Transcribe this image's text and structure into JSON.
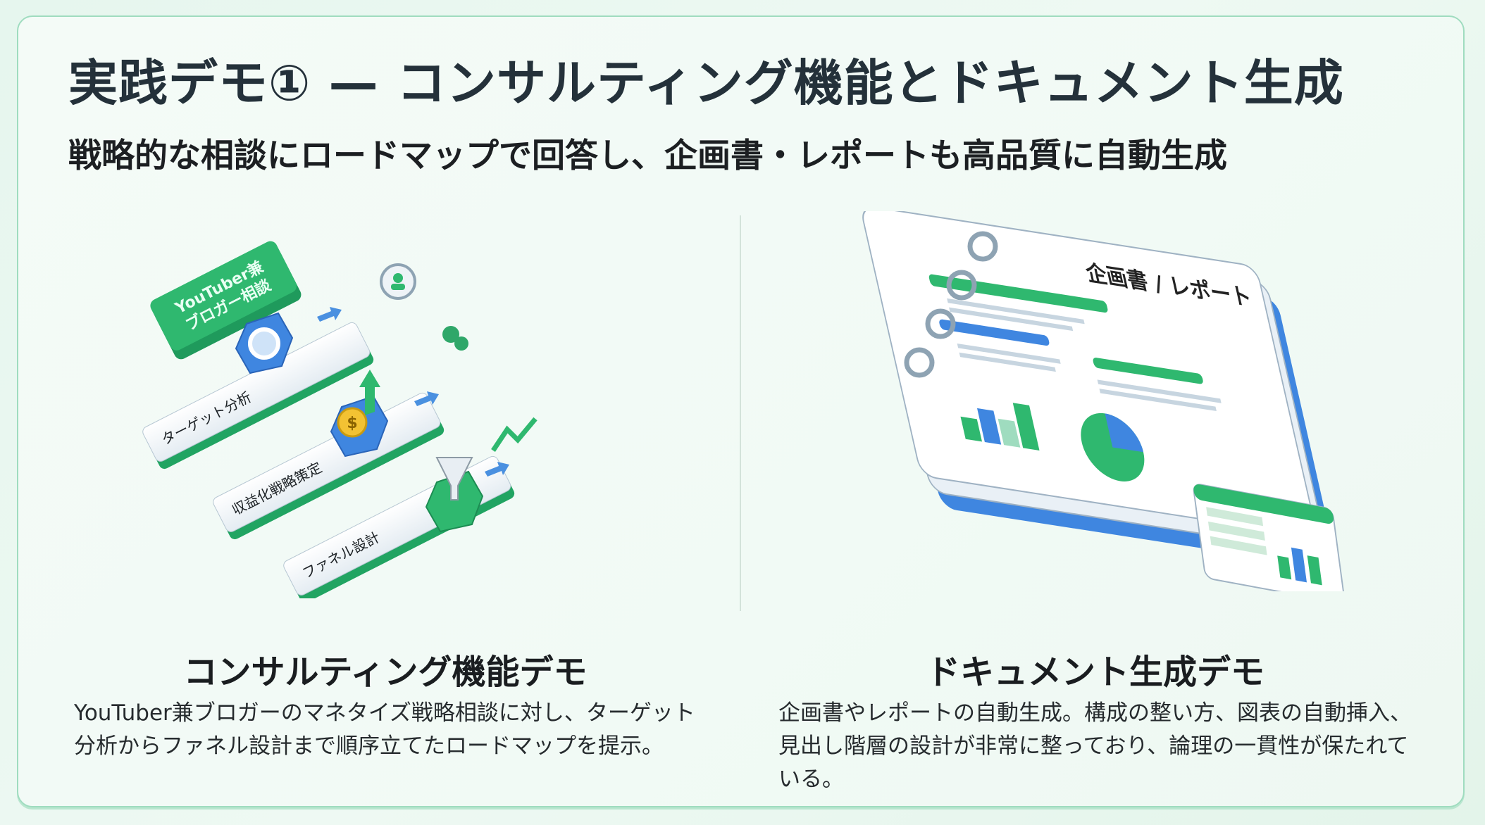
{
  "header": {
    "title": "実践デモ① — コンサルティング機能とドキュメント生成",
    "subtitle": "戦略的な相談にロードマップで回答し、企画書・レポートも高品質に自動生成"
  },
  "left": {
    "illustration": {
      "start_label_line1": "YouTuber兼",
      "start_label_line2": "ブロガー相談",
      "steps": [
        "ターゲット分析",
        "収益化戦略策定",
        "ファネル設計"
      ]
    },
    "heading": "コンサルティング機能デモ",
    "body": "YouTuber兼ブロガーのマネタイズ戦略相談に対し、ターゲット分析からファネル設計まで順序立てたロードマップを提示。"
  },
  "right": {
    "illustration": {
      "document_label": "企画書 / レポート"
    },
    "heading": "ドキュメント生成デモ",
    "body": "企画書やレポートの自動生成。構成の整い方、図表の自動挿入、見出し階層の設計が非常に整っており、論理の一貫性が保たれている。"
  },
  "colors": {
    "green": "#2fb86f",
    "blue": "#3f86e0",
    "accent_border": "#9fdcbf"
  }
}
